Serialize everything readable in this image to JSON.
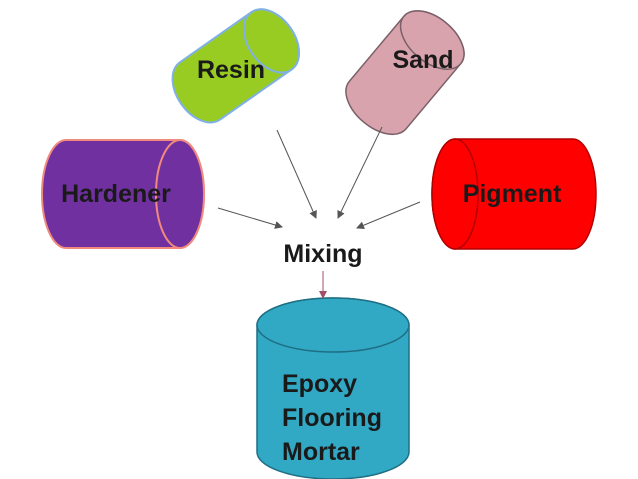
{
  "labels": {
    "resin": "Resin",
    "sand": "Sand",
    "hardener": "Hardener",
    "pigment": "Pigment",
    "mixing": "Mixing",
    "product_line1": "Epoxy",
    "product_line2": "Flooring",
    "product_line3": "Mortar"
  },
  "colors": {
    "resin_fill": "#99cc22",
    "resin_edge": "#7fb1e6",
    "sand_fill": "#d9a3ad",
    "sand_edge": "#7a6068",
    "hardener_fill": "#7030a0",
    "hardener_edge": "#f08a7e",
    "pigment_fill": "#ff0000",
    "pigment_edge": "#b00000",
    "product_fill": "#31a9c5",
    "product_edge": "#1f6f84",
    "arrow": "#555555",
    "mix_arrow": "#a0506a"
  }
}
